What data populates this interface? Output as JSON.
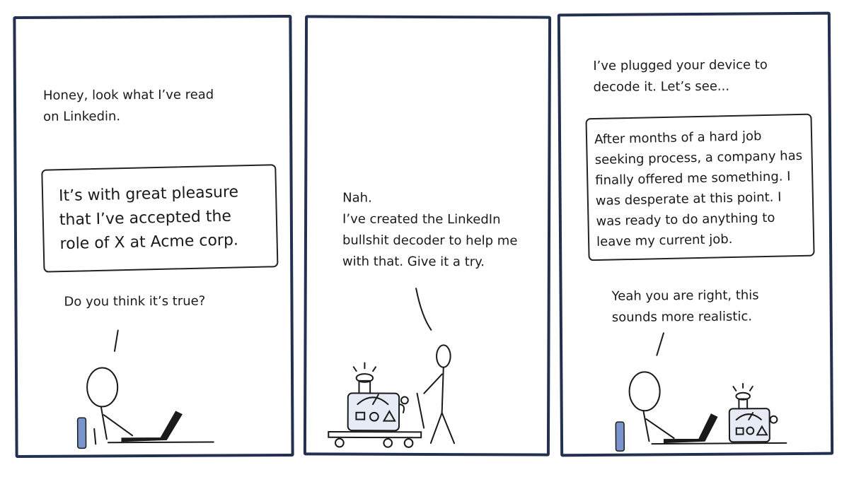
{
  "panels": [
    {
      "caption": "Honey, look what I’ve read\non Linkedin.",
      "post": "It’s with great pleasure\nthat I’ve accepted the\nrole of X at Acme corp.",
      "question": "Do you think it’s true?"
    },
    {
      "speech": "Nah.\nI’ve created the LinkedIn\nbullshit decoder to help me\nwith that. Give it a try."
    },
    {
      "caption": "I’ve plugged your device to\ndecode it. Let’s see...",
      "decoded": "After months of a hard job\nseeking process, a company has\nfinally offered me something. I\nwas desperate at this point. I\nwas ready to do anything to\nleave my current job.",
      "reply": "Yeah you are right, this\nsounds more realistic."
    }
  ],
  "colors": {
    "frame": "#233052",
    "ink": "#1a1a1a",
    "chair": "#7a95cc"
  }
}
